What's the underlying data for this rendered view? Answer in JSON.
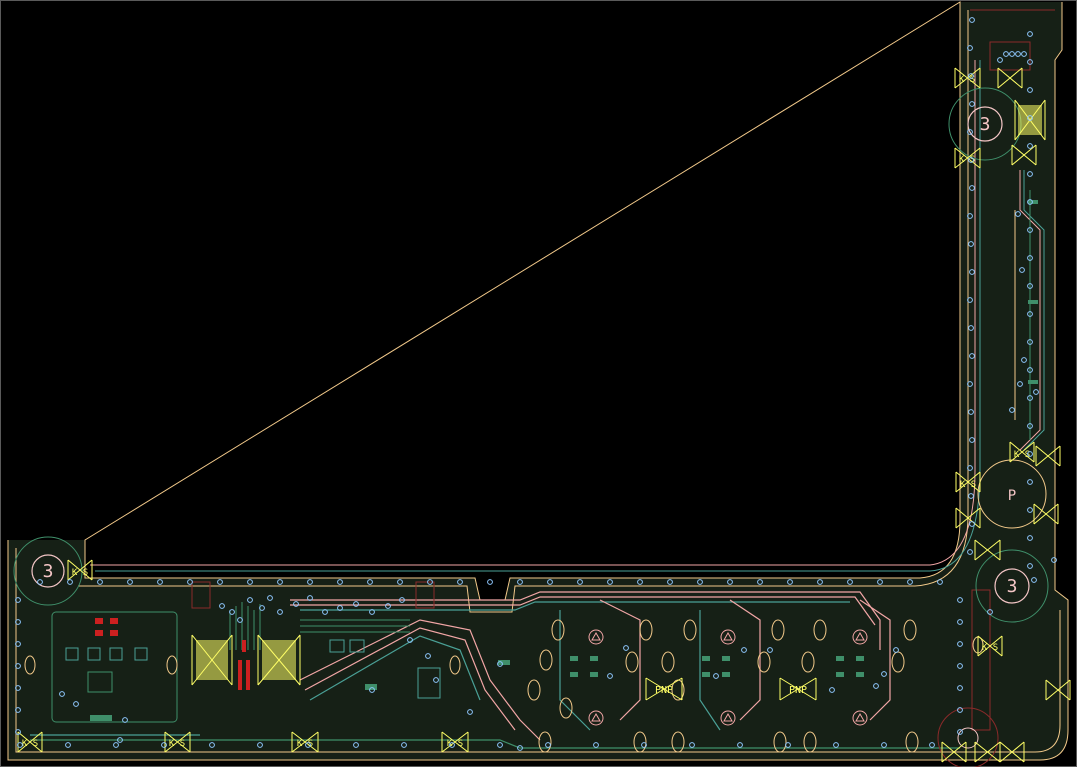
{
  "colors": {
    "background": "#000000",
    "outline": "#f2c98a",
    "copper_fill": "#1f2a1f",
    "trace_pink": "#f2a6a6",
    "trace_teal": "#4aa096",
    "trace_green": "#3f8f6a",
    "via": "#8fc8ff",
    "silk_yellow": "#ffff66",
    "pad_red": "#cc2020",
    "mount_hole": "#f4c6c6",
    "keepout_red": "#8a2a2a"
  },
  "mount_holes": [
    {
      "id": "mh-top-right",
      "label": "3"
    },
    {
      "id": "mh-bottom-left",
      "label": "3"
    },
    {
      "id": "mh-bottom-corner",
      "label": "3"
    },
    {
      "id": "mh-right-mid",
      "label": "P"
    }
  ],
  "markers": {
    "ks": "K S",
    "pnp": "PNP"
  },
  "icons": {
    "mount_hole": "mount-hole-icon",
    "crosshair": "crosshair-icon",
    "via": "via-icon"
  }
}
